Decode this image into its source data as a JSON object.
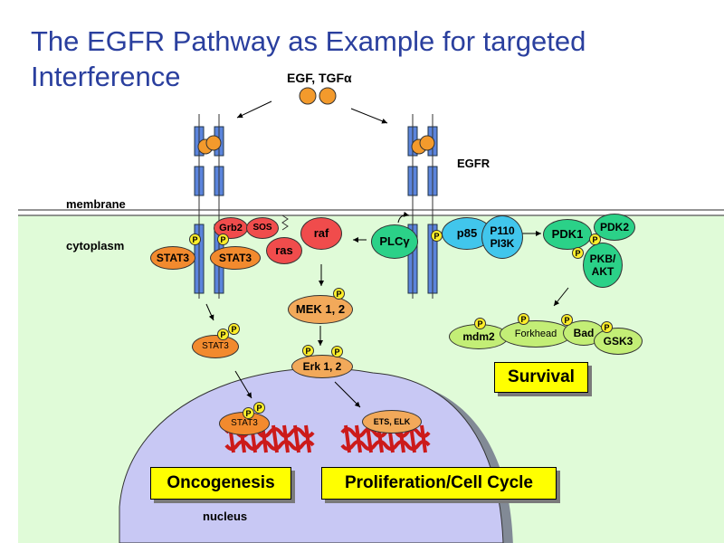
{
  "title": "The EGFR Pathway as Example for targeted Interference",
  "labels": {
    "ligand": "EGF, TGFα",
    "receptor": "EGFR",
    "membrane": "membrane",
    "cytoplasm": "cytoplasm",
    "nucleus": "nucleus"
  },
  "nodes": {
    "grb2": "Grb2",
    "sos": "SOS",
    "ras": "ras",
    "raf": "raf",
    "stat3_left": "STAT3",
    "stat3_right": "STAT3",
    "stat3_mid": "STAT3",
    "stat3_nuc": "STAT3",
    "mek": "MEK 1, 2",
    "erk": "Erk 1, 2",
    "ets_elk": "ETS, ELK",
    "plc": "PLCγ",
    "p85": "p85",
    "p110_line1": "P110",
    "p110_line2": "PI3K",
    "pdk1": "PDK1",
    "pdk2": "PDK2",
    "pkb_line1": "PKB/",
    "pkb_line2": "AKT",
    "mdm2": "mdm2",
    "forkhead": "Forkhead",
    "bad": "Bad",
    "gsk3": "GSK3",
    "phospho": "P"
  },
  "outcomes": {
    "survival": "Survival",
    "oncogenesis": "Oncogenesis",
    "proliferation": "Proliferation/Cell Cycle"
  },
  "colors": {
    "title": "#2a3f9e",
    "cytoplasm": "#e0fbd8",
    "nucleus": "#c8c8f4",
    "receptor": "#5b84dc",
    "ligand": "#f39a2c",
    "stat3": "#f28a2e",
    "red_proteins": "#f04c4c",
    "pi3k": "#41c6ec",
    "green_proteins": "#2bd188",
    "light_green": "#c3ee76",
    "phospho": "#ffef2a",
    "outcome_box": "#ffff00",
    "dna": "#cc1a1a"
  }
}
